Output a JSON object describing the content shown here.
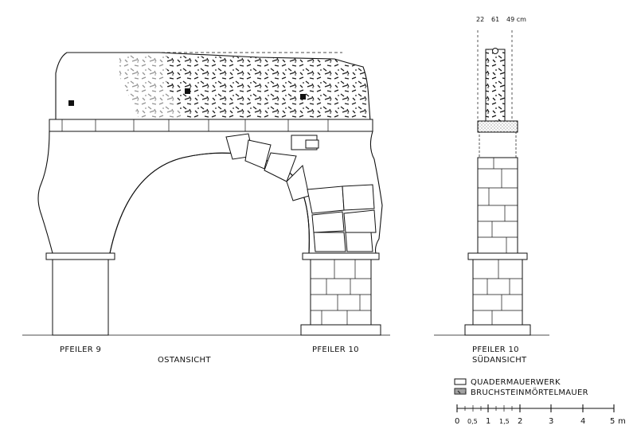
{
  "labels": {
    "pfeiler9": "PFEILER 9",
    "ostansicht": "OSTANSICHT",
    "pfeiler10": "PFEILER 10",
    "pfeiler10_side": "PFEILER 10",
    "suedansicht": "SÜDANSICHT",
    "dims": [
      "22",
      "61",
      "49 cm"
    ]
  },
  "legend": {
    "items": [
      {
        "label": "QUADERMAUERWERK",
        "swatch": "plain"
      },
      {
        "label": "BRUCHSTEINMÖRTELMAUER",
        "swatch": "hatched"
      }
    ]
  },
  "scale": {
    "ticks": [
      "0",
      "0,5",
      "1",
      "1,5",
      "2",
      "3",
      "4",
      "5 m"
    ]
  },
  "colors": {
    "ink": "#111111",
    "paper": "#ffffff"
  }
}
